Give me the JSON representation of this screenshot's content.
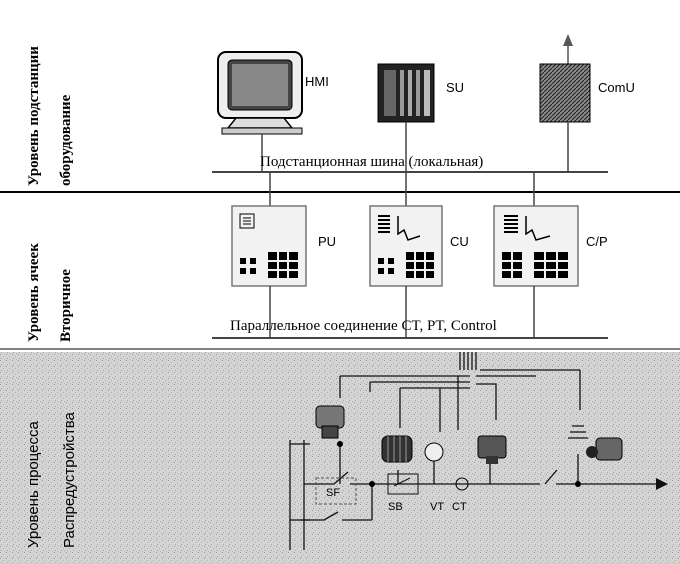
{
  "levels": {
    "substation": {
      "line1": "Уровень подстанции",
      "line2": "оборудование"
    },
    "bay": {
      "line1": "Уровень ячеек",
      "line2": "Вторичное"
    },
    "process": {
      "line1": "Уровень процесса",
      "line2": "Распредустройства"
    }
  },
  "devices": {
    "hmi": "HMI",
    "su": "SU",
    "comu": "ComU",
    "pu": "PU",
    "cu": "CU",
    "cp": "C/P"
  },
  "buses": {
    "station": "Подстанционная шина (локальная)",
    "parallel": "Параллельное соединение CT, PT, Control"
  },
  "process_labels": {
    "sf": "SF",
    "sb": "SB",
    "vt": "VT",
    "ct": "CT"
  }
}
